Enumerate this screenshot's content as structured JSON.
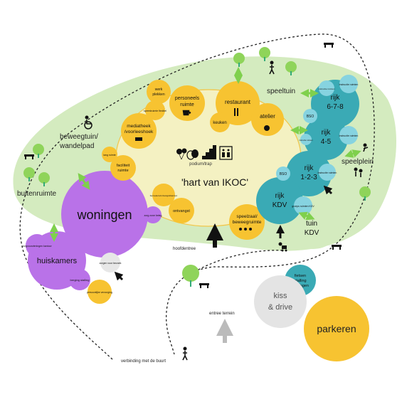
{
  "labels": {
    "heart": "'hart van IKOC'",
    "podium": "podium/trap",
    "speeltuin": "speeltuin",
    "speelplein": "speelplein",
    "beweegtuin1": "beweegtuin/",
    "beweegtuin2": "wandelpad",
    "buitenruimte": "buitenruimte",
    "hoofdentree": "hoofdentree",
    "entree_terrein": "entree terrein",
    "verbinding": "verbinding met de buurt"
  },
  "bubbles": {
    "woningen": "woningen",
    "huiskamers": "huiskamers",
    "zorgen_bezoek": "zorgen voor bezoek",
    "berging": "berging stalling",
    "verzorging": "persoonlijke verzorging",
    "woonzorg": "zorgvoorzieningen kantoor",
    "zorgzone": "zorg zone beleg",
    "restaurant": "restaurant",
    "keuken": "keuken",
    "atelier": "atelier",
    "personeelsruimte1": "personeels",
    "personeelsruimte2": "ruimte",
    "werkplekken1": "werk",
    "werkplekken2": "plekken",
    "spreek": "spreekruimte flexibel",
    "mediatheek1": "mediatheek",
    "mediatheek2": "/voorleeshoek",
    "lang_ruimte": "lang ruimte",
    "faciliteit1": "faciliteit",
    "faciliteit2": "ruimte",
    "ontvangst_klein": "bezoekers/ontvangst/kantoor",
    "ontvangst": "ontvangst",
    "speelzaal1": "speelzaal/",
    "speelzaal2": "beweegruimte",
    "rijk678_1": "rijk",
    "rijk678_2": "6-7-8",
    "rijk45_1": "rijk",
    "rijk45_2": "4-5",
    "rijk123_1": "rijk",
    "rijk123_2": "1-2-3",
    "rijkkdv1": "rijk",
    "rijkkdv2": "KDV",
    "tuinkdv1": "tuin",
    "tuinkdv2": "KDV",
    "bso": "BSO",
    "instructie": "instructie ruimten",
    "groeps": "groeps ruimten KDV",
    "fietsen1": "fietsen",
    "fietsen2": "stalling",
    "fietsen3": "leerlingen",
    "kiss1": "kiss",
    "kiss2": "& drive",
    "parkeren": "parkeren"
  },
  "icons": [
    "masks-icon",
    "stairs-icon",
    "elevator-icon",
    "balloons-icon",
    "cutlery-icon",
    "palette-icon",
    "cup-icon",
    "books-icon",
    "pedestrian-icon",
    "wheelchair-icon",
    "tree-icon",
    "bench-icon",
    "child-icon",
    "stroller-icon",
    "arrow-up-icon"
  ],
  "colors": {
    "green_light": "#d4ebbf",
    "green_arrow": "#7fd04d",
    "yellow_heart": "#f4f1c2",
    "orange": "#f7c331",
    "purple": "#b972e8",
    "teal": "#3aaab5",
    "teal_light": "#86d3e0",
    "grey_light": "#e4e4e4",
    "dark": "#1a1a1a"
  }
}
